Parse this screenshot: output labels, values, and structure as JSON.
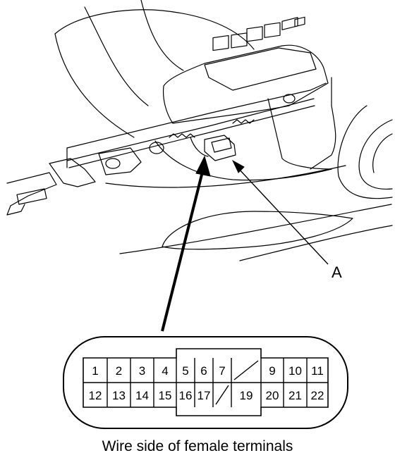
{
  "callout_label": "A",
  "caption": "Wire side of female terminals",
  "connector": {
    "top_row": [
      "1",
      "2",
      "3",
      "4",
      "5",
      "6",
      "7",
      "",
      "9",
      "10",
      "11"
    ],
    "bottom_row": [
      "12",
      "13",
      "14",
      "15",
      "16",
      "17",
      "",
      "19",
      "20",
      "21",
      "22"
    ]
  },
  "colors": {
    "line": "#000000",
    "background": "#ffffff"
  }
}
